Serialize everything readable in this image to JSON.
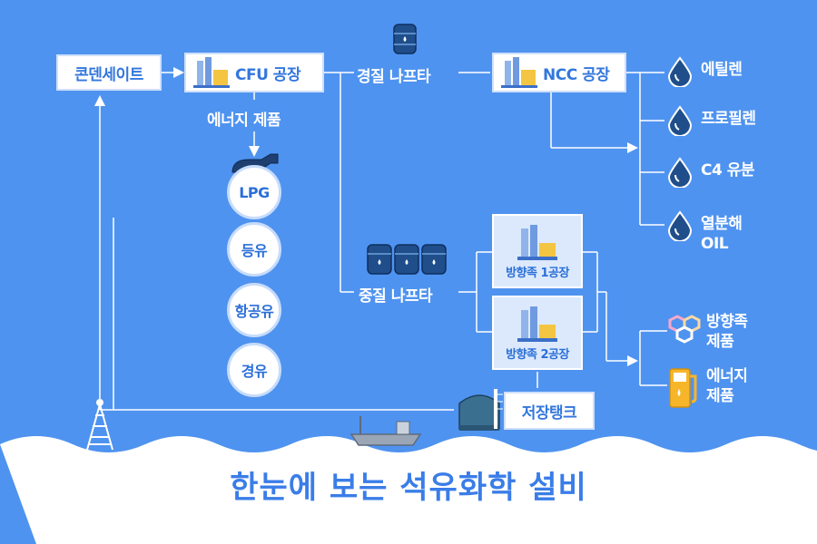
{
  "title": "한눈에 보는 석유화학 설비",
  "nodes": {
    "condensate": "콘덴세이트",
    "cfu": "CFU 공장",
    "ncc": "NCC 공장",
    "aromatic1": "방향족 1공장",
    "aromatic2": "방향족 2공장",
    "storage": "저장탱크"
  },
  "labels": {
    "light_naphtha": "경질 나프타",
    "heavy_naphtha": "중질 나프타",
    "energy_products": "에너지 제품"
  },
  "energy_items": [
    "LPG",
    "등유",
    "항공유",
    "경유"
  ],
  "ncc_outputs": [
    "에틸렌",
    "프로필렌",
    "C4 유분",
    "열분해\nOIL"
  ],
  "final_outputs": [
    "방향족\n제품",
    "에너지\n제품"
  ],
  "colors": {
    "background": "#4f93f0",
    "accent": "#3377dd",
    "white": "#ffffff"
  }
}
